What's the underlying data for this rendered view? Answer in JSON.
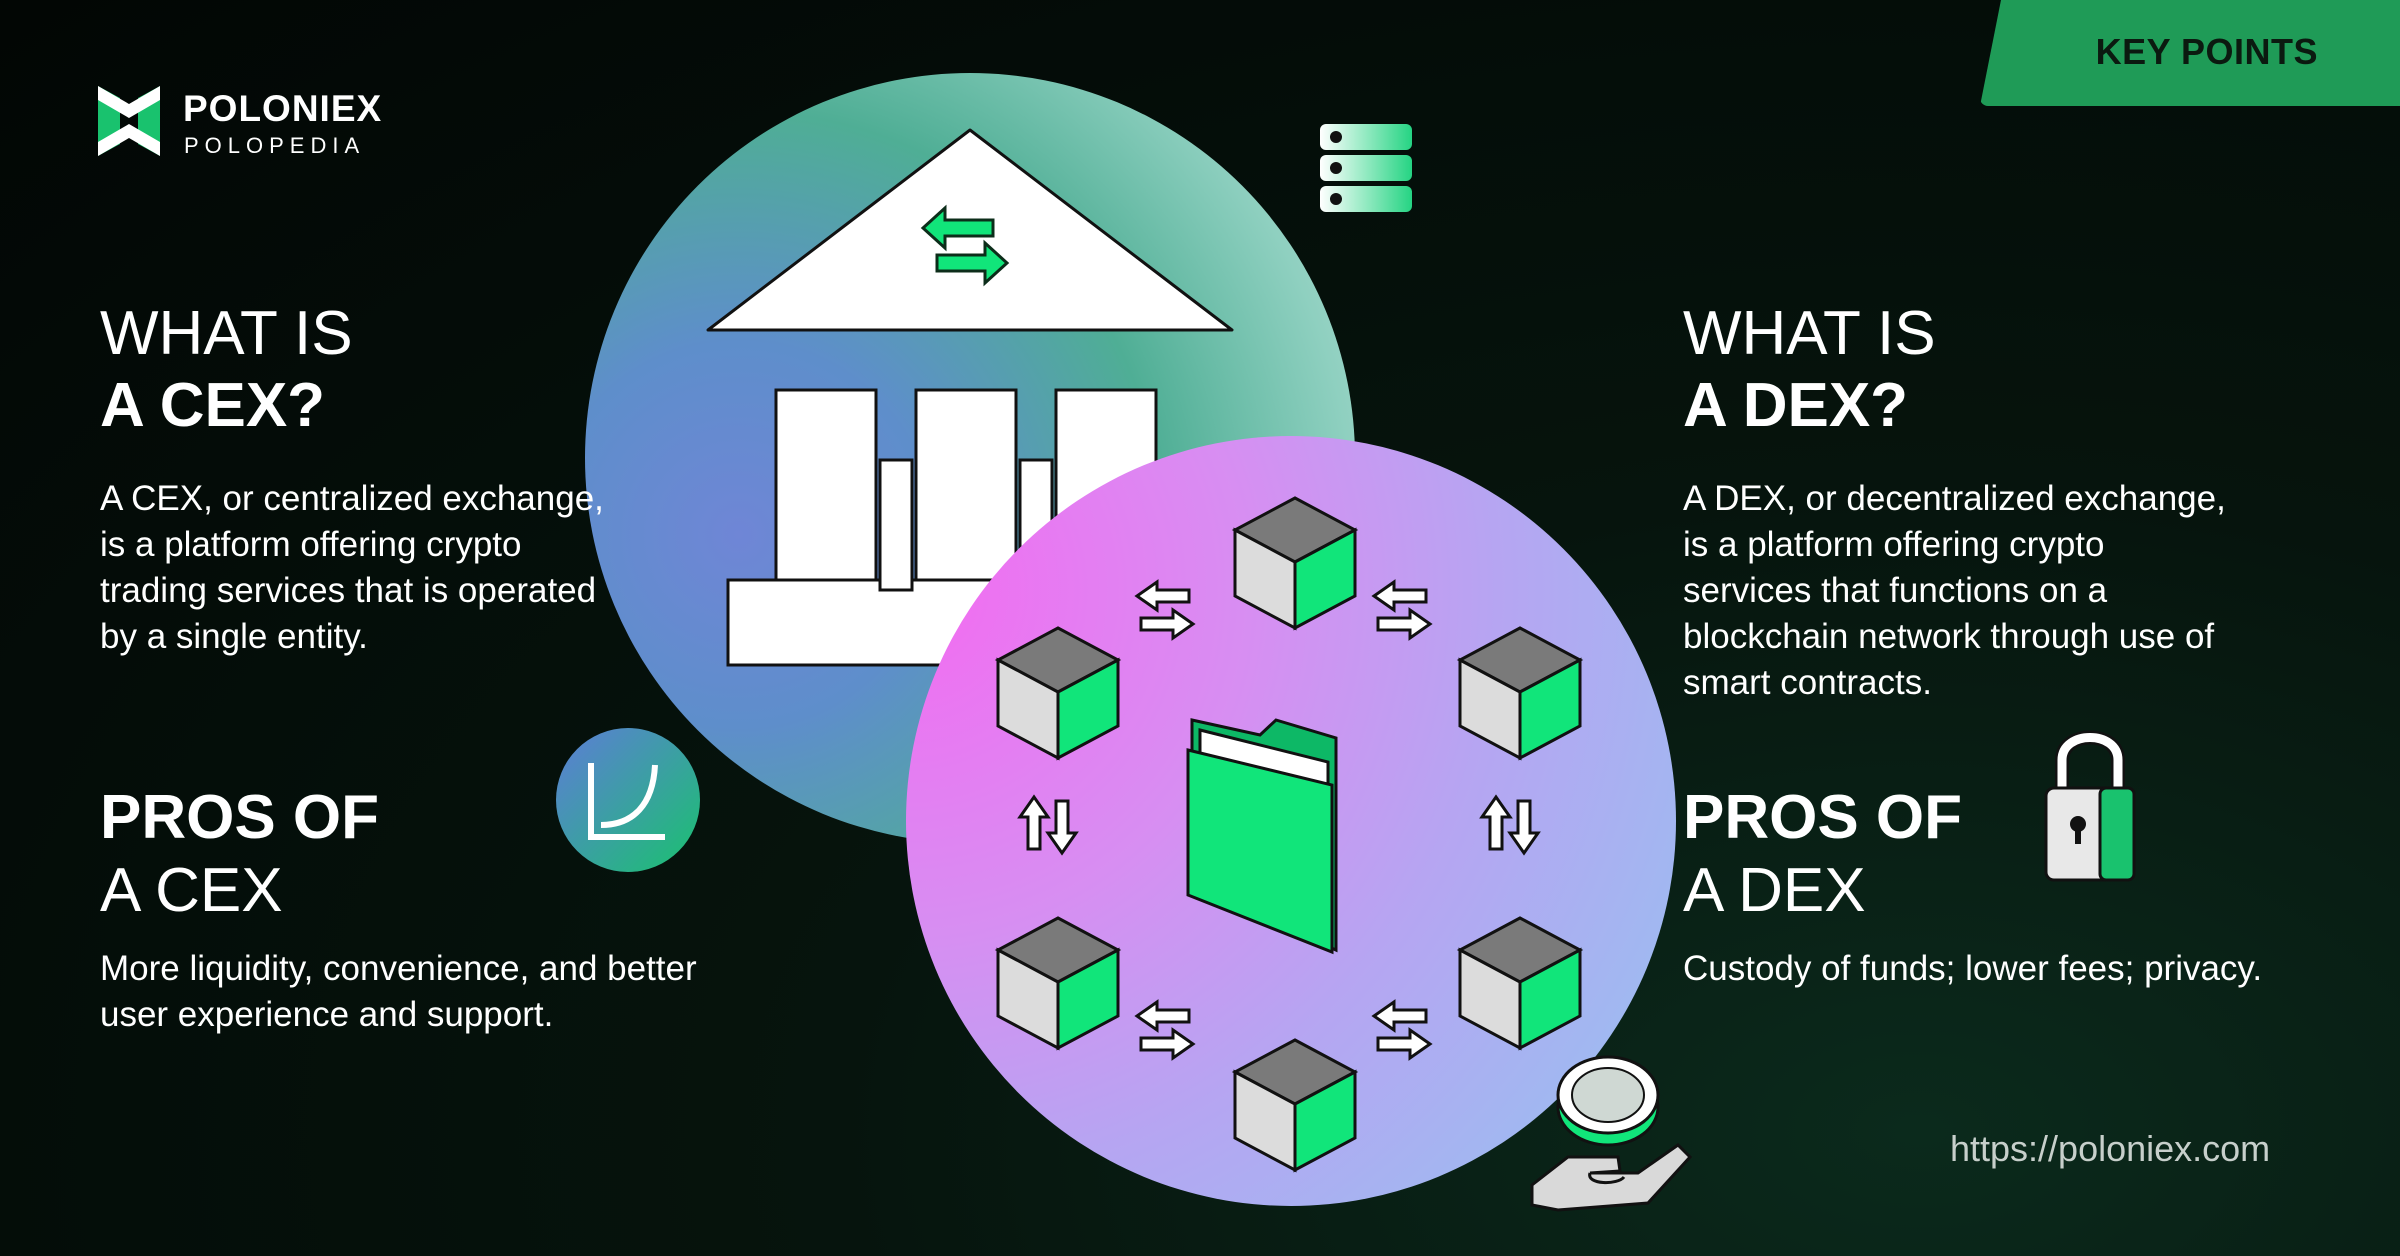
{
  "brand": {
    "name": "POLONIEX",
    "sub": "POLOPEDIA"
  },
  "key_points": "KEY POINTS",
  "cex": {
    "heading_line1": "WHAT IS",
    "heading_line2": "A CEX?",
    "description": [
      "A CEX, or centralized exchange,",
      "is a platform offering crypto",
      "trading services that is operated",
      "by a single entity."
    ],
    "pros_line1": "PROS OF",
    "pros_line2": "A CEX",
    "pros_text": [
      "More liquidity, convenience, and better",
      "user experience and support."
    ]
  },
  "dex": {
    "heading_line1": "WHAT IS",
    "heading_line2": "A DEX?",
    "description": [
      "A DEX, or decentralized exchange,",
      "is a platform offering crypto",
      "services that functions on a",
      "blockchain network through use of",
      "smart contracts."
    ],
    "pros_line1": "PROS OF",
    "pros_line2": "A DEX",
    "pros_text": [
      "Custody of funds; lower fees; privacy."
    ]
  },
  "url": "https://poloniex.com",
  "colors": {
    "accent_green": "#1f9b57",
    "cube_green": "#11e57a",
    "background": "#020604"
  },
  "icons": [
    "poloniex-logo-icon",
    "bank-icon",
    "exchange-arrows-icon",
    "server-stack-icon",
    "growth-chart-icon",
    "blockchain-cube-icon",
    "folder-icon",
    "padlock-icon",
    "coin-hand-icon"
  ]
}
